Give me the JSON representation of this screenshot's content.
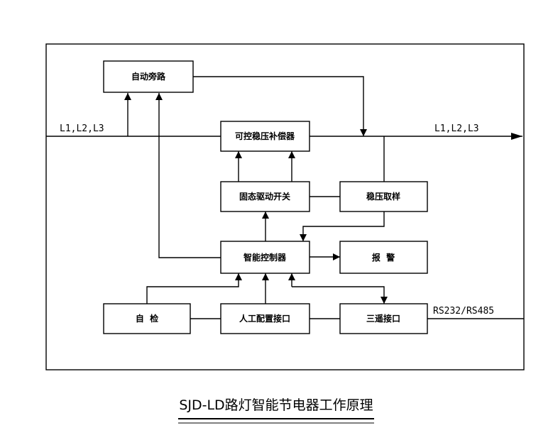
{
  "diagram": {
    "title": "SJD-LD路灯智能节电器工作原理",
    "bus_in": "L1,L2,L3",
    "bus_out": "L1,L2,L3",
    "rs_label": "RS232/RS485",
    "blocks": {
      "auto_bypass": "自动旁路",
      "regulator": "可控稳压补偿器",
      "ss_switch": "固态驱动开关",
      "sampling": "稳压取样",
      "controller": "智能控制器",
      "alarm": "报  警",
      "self_check": "自  检",
      "manual_iface": "人工配置接口",
      "remote_iface": "三遥接口"
    }
  }
}
